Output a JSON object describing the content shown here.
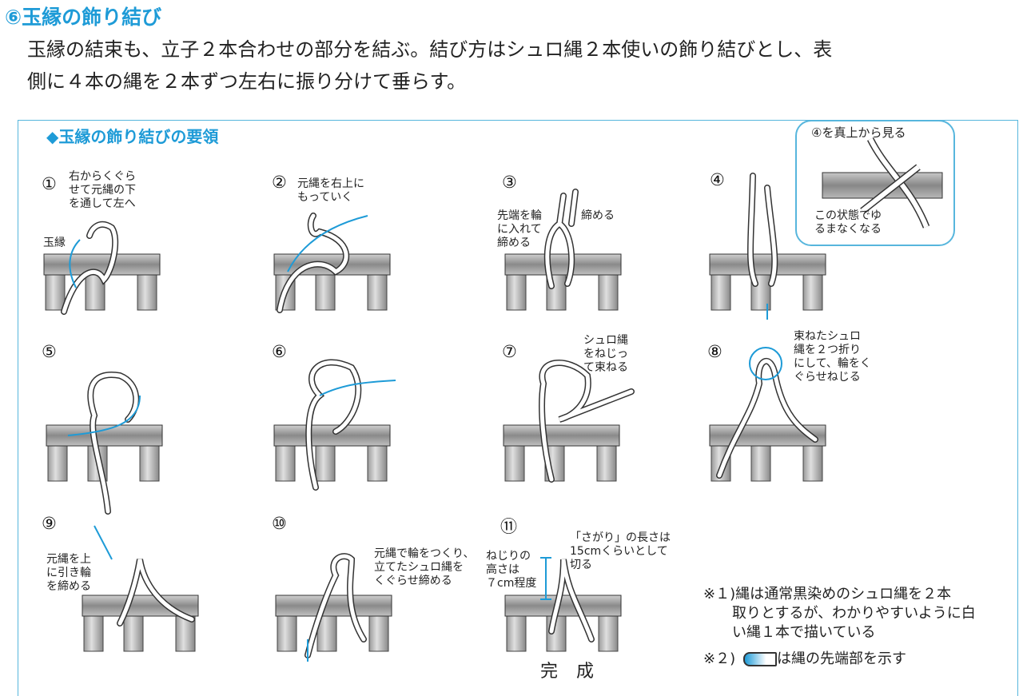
{
  "heading": "⑥玉縁の飾り結び",
  "lead": [
    "玉縁の結束も、立子２本合わせの部分を結ぶ。結び方はシュロ縄２本使いの飾り結びとし、表",
    "側に４本の縄を２本ずつ左右に振り分けて垂らす。"
  ],
  "diagram": {
    "title": "◆玉縁の飾り結びの要領",
    "accent_color": "#1e9bd7",
    "steps": [
      {
        "num": "①",
        "labels": [
          "右からくぐら\nせて元縄の下\nを通して左へ",
          "玉縁"
        ]
      },
      {
        "num": "②",
        "labels": [
          "元縄を右上に\nもっていく"
        ]
      },
      {
        "num": "③",
        "labels": [
          "先端を輪\nに入れて\n締める",
          "締める"
        ]
      },
      {
        "num": "④",
        "labels": []
      },
      {
        "num": "⑤",
        "labels": []
      },
      {
        "num": "⑥",
        "labels": []
      },
      {
        "num": "⑦",
        "labels": [
          "シュロ縄\nをねじっ\nて束ねる"
        ]
      },
      {
        "num": "⑧",
        "labels": [
          "束ねたシュロ\n縄を２つ折り\nにして、輪をく\nぐらせねじる"
        ]
      },
      {
        "num": "⑨",
        "labels": [
          "元縄を上\nに引き輪\nを締める"
        ]
      },
      {
        "num": "⑩",
        "labels": [
          "元縄で輪をつくり、\n立てたシュロ縄を\nくぐらせ締める"
        ]
      },
      {
        "num": "⑪",
        "labels": [
          "ねじりの\n高さは\n７cm程度",
          "「さがり」の長さは\n15cmくらいとして\n切る",
          "完 成"
        ]
      }
    ],
    "inset": {
      "title": "④を真上から見る",
      "caption": "この状態でゆ\nるまなくなる"
    },
    "notes": [
      "※１)縄は通常黒染めのシュロ縄を２本\n　　取りとするが、わかりやすいように白\n　　い縄１本で描いている",
      "※２)",
      "は縄の先端部を示す"
    ]
  }
}
